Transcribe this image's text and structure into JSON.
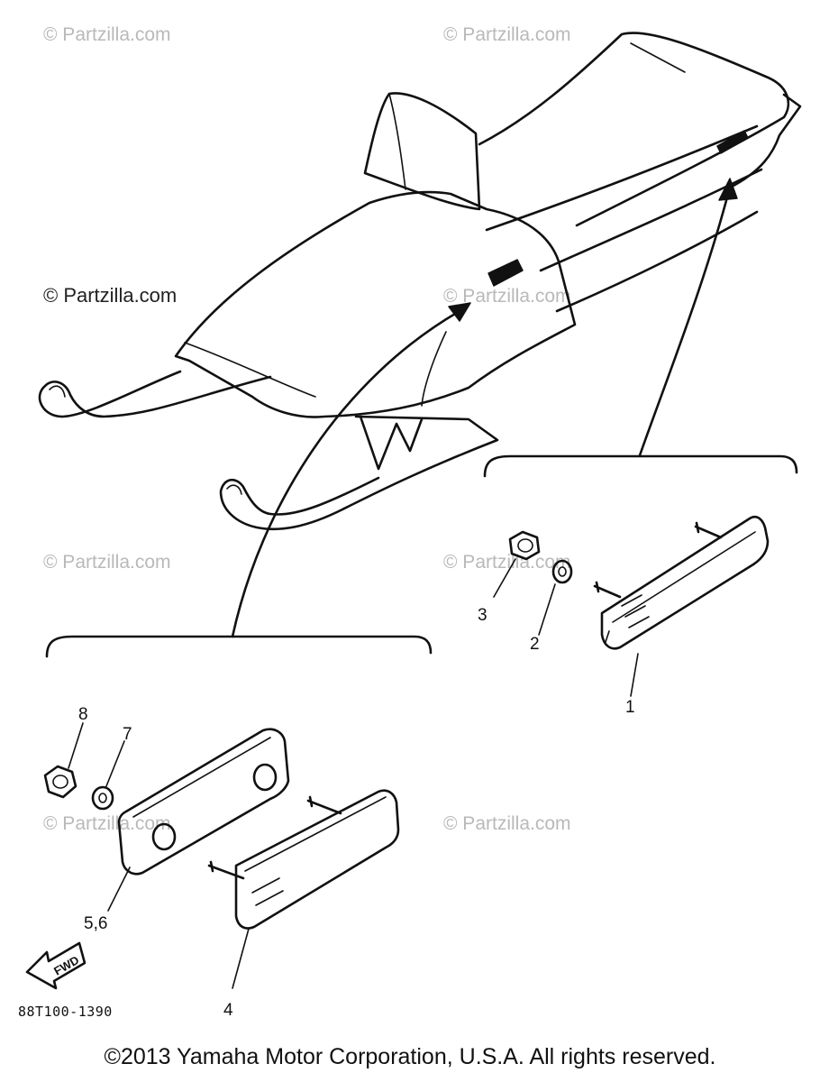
{
  "watermarks": [
    "© Partzilla.com",
    "© Partzilla.com",
    "© Partzilla.com",
    "© Partzilla.com",
    "© Partzilla.com",
    "© Partzilla.com",
    "© Partzilla.com",
    "© Partzilla.com"
  ],
  "callouts": {
    "p1": "1",
    "p2": "2",
    "p3": "3",
    "p4": "4",
    "p56": "5,6",
    "p7": "7",
    "p8": "8"
  },
  "direction_arrow": "FWD",
  "diagram_code": "88T100-1390",
  "copyright": "©2013  Yamaha Motor Corporation, U.S.A. All rights reserved."
}
